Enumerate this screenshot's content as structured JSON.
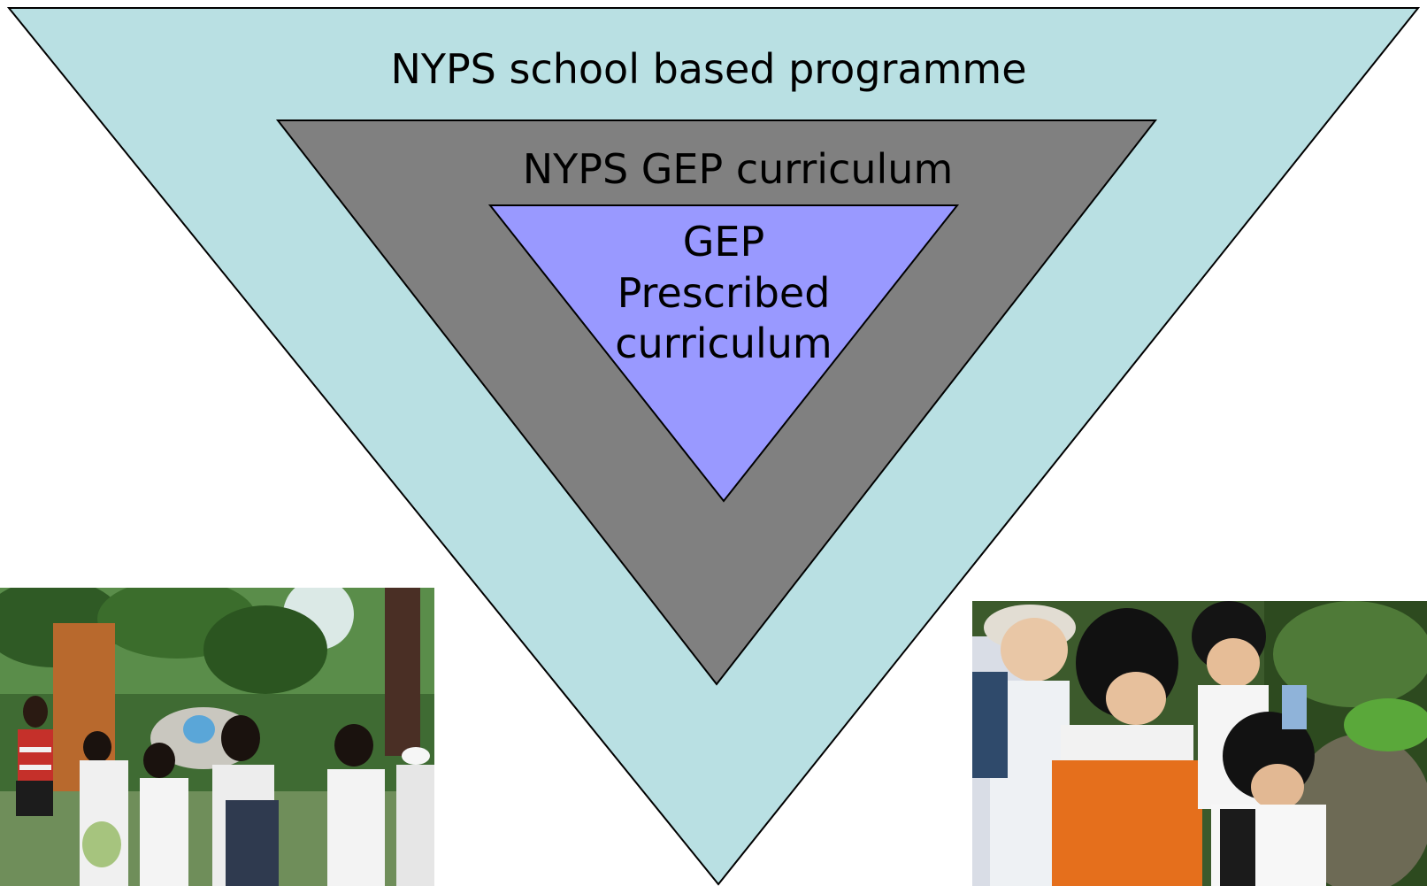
{
  "diagram": {
    "outer_layer": {
      "label": "NYPS school based programme",
      "color": "#b9e0e3"
    },
    "middle_layer": {
      "label": "NYPS GEP curriculum",
      "color": "#808080"
    },
    "inner_layer": {
      "label_lines": [
        "GEP",
        "Prescribed",
        "curriculum"
      ],
      "color": "#9999ff"
    }
  },
  "photos": {
    "left": {
      "icon": "field-trip-students-photo"
    },
    "right": {
      "icon": "students-examining-plants-photo"
    }
  }
}
